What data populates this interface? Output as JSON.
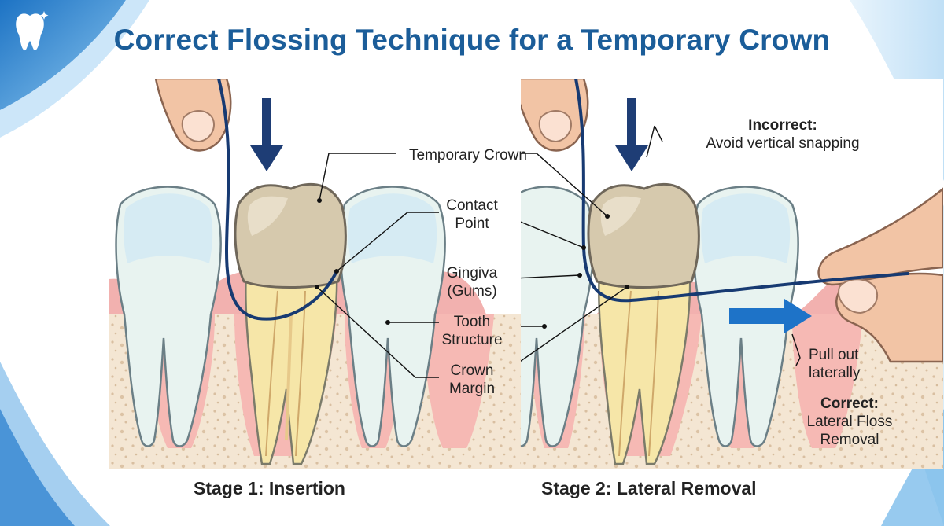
{
  "title": "Correct Flossing Technique for a Temporary Crown",
  "labels": {
    "temporary_crown": "Temporary Crown",
    "contact_point_1": "Contact",
    "contact_point_2": "Point",
    "gingiva_1": "Gingiva",
    "gingiva_2": "(Gums)",
    "tooth_structure_1": "Tooth",
    "tooth_structure_2": "Structure",
    "crown_margin_1": "Crown",
    "crown_margin_2": "Margin",
    "incorrect_heading": "Incorrect:",
    "incorrect_text": "Avoid vertical snapping",
    "pull_out_1": "Pull out",
    "pull_out_2": "laterally",
    "correct_heading": "Correct:",
    "correct_text_1": "Lateral Floss",
    "correct_text_2": "Removal"
  },
  "captions": {
    "stage1": "Stage 1: Insertion",
    "stage2": "Stage 2: Lateral Removal"
  },
  "colors": {
    "title": "#1b5d99",
    "floss": "#173a72",
    "arrow_vertical": "#1e3d75",
    "arrow_lateral": "#1e73c8",
    "crown": "#d6c9ad",
    "tooth_structure": "#f6e6a8",
    "gums": "#f1a9a6"
  },
  "icons": {
    "logo": "tooth-logo-icon"
  }
}
